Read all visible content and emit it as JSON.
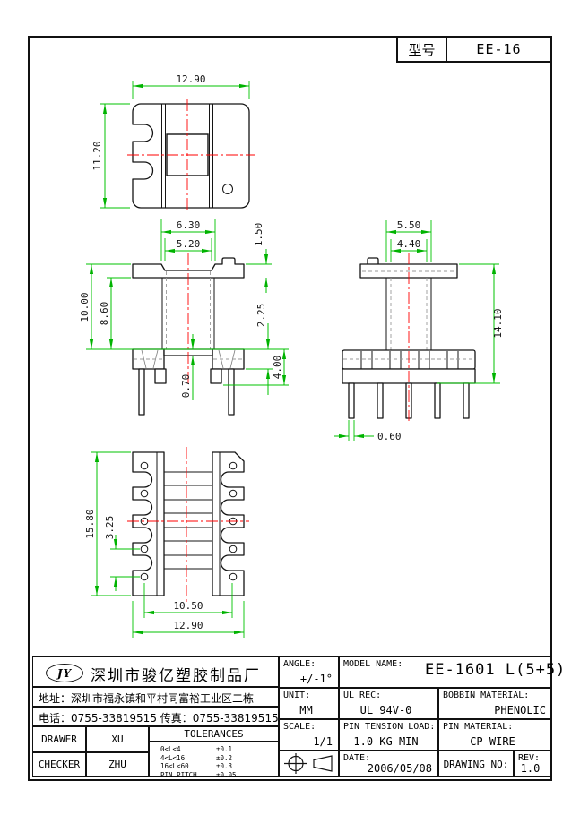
{
  "model_box": {
    "label": "型号",
    "value": "EE-16"
  },
  "dims": {
    "top_width": "12.90",
    "top_height": "11.20",
    "front_flange_w": "6.30",
    "front_tube_w": "5.20",
    "front_flange_t": "1.50",
    "front_total_h": "10.00",
    "front_window_h": "8.60",
    "front_base_h": "2.25",
    "front_base_total": "4.00",
    "front_slot": "0.70",
    "side_w1": "5.50",
    "side_w2": "4.40",
    "side_total_h": "14.10",
    "side_pin_w": "0.60",
    "bottom_len": "15.80",
    "bottom_pitch": "3.25",
    "bottom_row_span": "10.50",
    "bottom_width": "12.90"
  },
  "company": {
    "logo": "JY",
    "name": "深圳市骏亿塑胶制品厂",
    "address": "地址：深圳市福永镇和平村同富裕工业区二栋",
    "phone": "电话：0755-33819515 传真：0755-33819515"
  },
  "people": {
    "drawer_label": "DRAWER",
    "drawer": "XU",
    "checker_label": "CHECKER",
    "checker": "ZHU"
  },
  "tolerances": {
    "title": "TOLERANCES",
    "rows": [
      {
        "range": "0<L<4",
        "tol": "±0.1"
      },
      {
        "range": "4<L<16",
        "tol": "±0.2"
      },
      {
        "range": "16<L<60",
        "tol": "±0.3"
      },
      {
        "range": "PIN PITCH",
        "tol": "±0.05"
      }
    ]
  },
  "specs": {
    "angle_label": "ANGLE:",
    "angle": "+/-1°",
    "model_name_label": "MODEL NAME:",
    "model_name": "EE-1601 L(5+5)",
    "unit_label": "UNIT:",
    "unit": "MM",
    "ul_label": "UL REC:",
    "ul": "UL 94V-0",
    "bobbin_material_label": "BOBBIN MATERIAL:",
    "bobbin_material": "PHENOLIC",
    "scale_label": "SCALE:",
    "scale": "1/1",
    "pin_tension_label": "PIN TENSION LOAD:",
    "pin_tension": "1.0 KG MIN",
    "pin_material_label": "PIN MATERIAL:",
    "pin_material": "CP WIRE",
    "date_label": "DATE:",
    "date": "2006/05/08",
    "drawing_no_label": "DRAWING NO:",
    "rev_label": "REV:",
    "rev": "1.0"
  },
  "colors": {
    "dimension": "#00c300",
    "centerline": "#ff0000",
    "outline": "#141414"
  }
}
